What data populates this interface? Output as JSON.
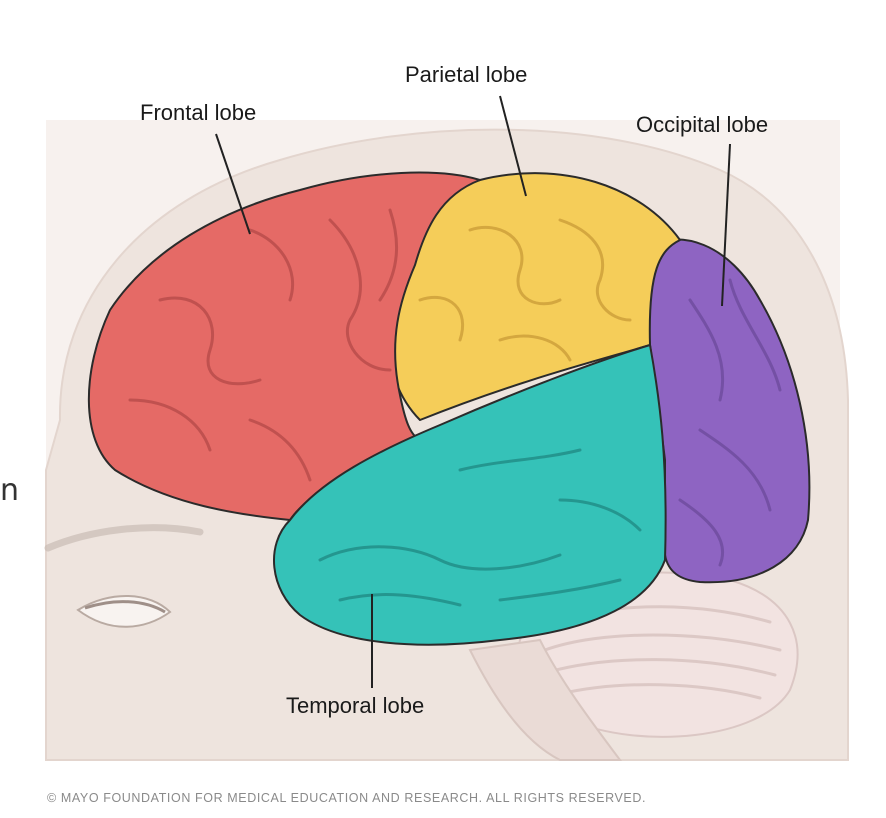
{
  "labels": {
    "frontal": "Frontal lobe",
    "parietal": "Parietal lobe",
    "occipital": "Occipital lobe",
    "temporal": "Temporal lobe"
  },
  "side_fragment": "n",
  "copyright": "© MAYO FOUNDATION FOR MEDICAL EDUCATION AND RESEARCH. ALL RIGHTS RESERVED.",
  "colors": {
    "frontal": "#e56a66",
    "parietal": "#f5cd59",
    "occipital": "#8e64c2",
    "temporal": "#35c2b8",
    "head": "#ede2dc",
    "cerebellum": "#f2e3e1"
  }
}
